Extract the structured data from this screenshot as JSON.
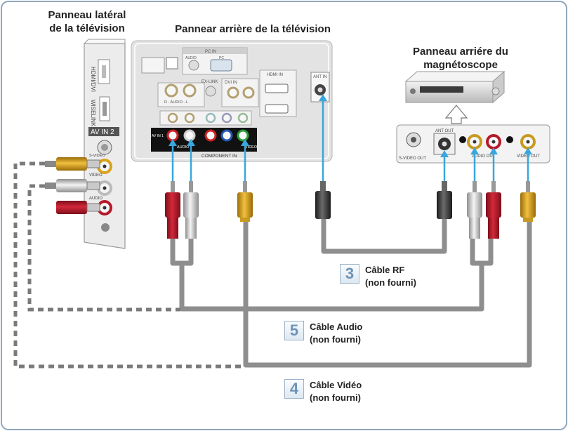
{
  "labels": {
    "side_panel": [
      "Panneau latéral",
      "de la télévision"
    ],
    "rear_tv": "Pannear arrière de la télévision",
    "vcr": [
      "Panneau arriére du",
      "magnétoscope"
    ]
  },
  "tv_side": {
    "hdmi_label": "HDMI/DVI",
    "usb_label": "WISELINK",
    "av_in": "AV IN 2",
    "svideo": "S-VIDEO",
    "video": "VIDEO",
    "audio": "AUDIO"
  },
  "tv_rear": {
    "pc_in": "PC IN",
    "audio": "AUDIO",
    "pc": "PC",
    "ex_link": "EX-LINK",
    "dvi_in": "DVI IN",
    "hdmi_in": "HDMI IN",
    "ant_in": "ANT IN",
    "audio_lr": "R - AUDIO - L",
    "av_in_1": "AV IN 1",
    "component_in": "COMPONENT IN",
    "audio_sub": "AUDIO",
    "video_sub": "VIDEO"
  },
  "vcr_panel": {
    "svideo_out": "S-VIDEO OUT",
    "ant_out": "ANT OUT",
    "audio_out": "AUDIO OUT",
    "video_out": "VIDEO OUT"
  },
  "cables": [
    {
      "number": "3",
      "name": "Câble RF",
      "note": "(non fourni)"
    },
    {
      "number": "5",
      "name": "Câble Audio",
      "note": "(non fourni)"
    },
    {
      "number": "4",
      "name": "Câble Vidéo",
      "note": "(non fourni)"
    }
  ],
  "colors": {
    "frame": "#8ea6bb",
    "panel": "#ececec",
    "cable": "#8e8e8e",
    "red_plug": "#b5192a",
    "white_plug": "#d9d9d9",
    "yellow_plug": "#d9a21c",
    "arrow": "#39a6dc"
  }
}
